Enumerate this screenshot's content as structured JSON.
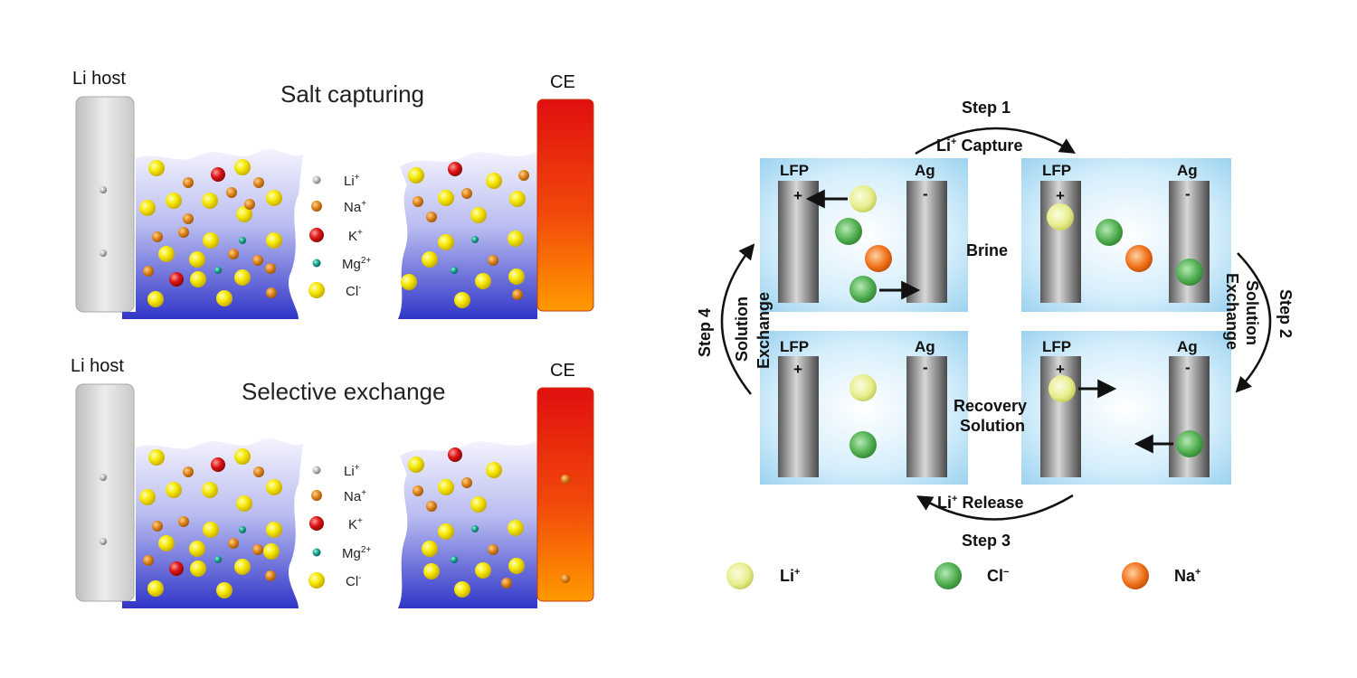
{
  "left_top": {
    "host_label": "Li host",
    "title": "Salt capturing",
    "ce_label": "CE"
  },
  "left_bottom": {
    "host_label": "Li host",
    "title": "Selective exchange",
    "ce_label": "CE"
  },
  "ion_legend": [
    {
      "base": "Li",
      "sup": "+",
      "icon": "li-ion-icon",
      "color": "#b0b0b0"
    },
    {
      "base": "Na",
      "sup": "+",
      "icon": "na-ion-icon",
      "color": "#d9801c"
    },
    {
      "base": "K",
      "sup": "+",
      "icon": "k-ion-icon",
      "color": "#d61818"
    },
    {
      "base": "Mg",
      "sup": "2+",
      "icon": "mg-ion-icon",
      "color": "#1aa08a"
    },
    {
      "base": "Cl",
      "sup": "-",
      "icon": "cl-ion-icon",
      "color": "#f2e400"
    }
  ],
  "cycle": {
    "step1": "Step 1",
    "step2": "Step 2",
    "step3": "Step 3",
    "step4": "Step 4",
    "capture": {
      "base": "Li",
      "sup": "+",
      "rest": " Capture"
    },
    "release": {
      "base": "Li",
      "sup": "+",
      "rest": " Release"
    },
    "exchange_right": [
      "Solution",
      "Exchange"
    ],
    "exchange_left": [
      "Solution",
      "Exchange"
    ],
    "brine": "Brine",
    "recovery": [
      "Recovery",
      "Solution"
    ],
    "electrode_lfp": "LFP",
    "electrode_ag": "Ag",
    "plus": "+",
    "minus": "-"
  },
  "cycle_legend": [
    {
      "base": "Li",
      "sup": "+",
      "icon": "li-ion-icon",
      "color": "#eef2a0"
    },
    {
      "base": "Cl",
      "sup": "−",
      "icon": "cl-ion-icon",
      "color": "#55b055"
    },
    {
      "base": "Na",
      "sup": "+",
      "icon": "na-ion-icon",
      "color": "#f0701c"
    }
  ],
  "colors": {
    "electrolyte_top": "#ececfb",
    "electrolyte_bottom": "#3a3fcf",
    "host_gray": "#d2d2d2",
    "ce_red": "#e01010",
    "ce_orange": "#ff8a00",
    "cell_blue": "#a9d9f2"
  }
}
